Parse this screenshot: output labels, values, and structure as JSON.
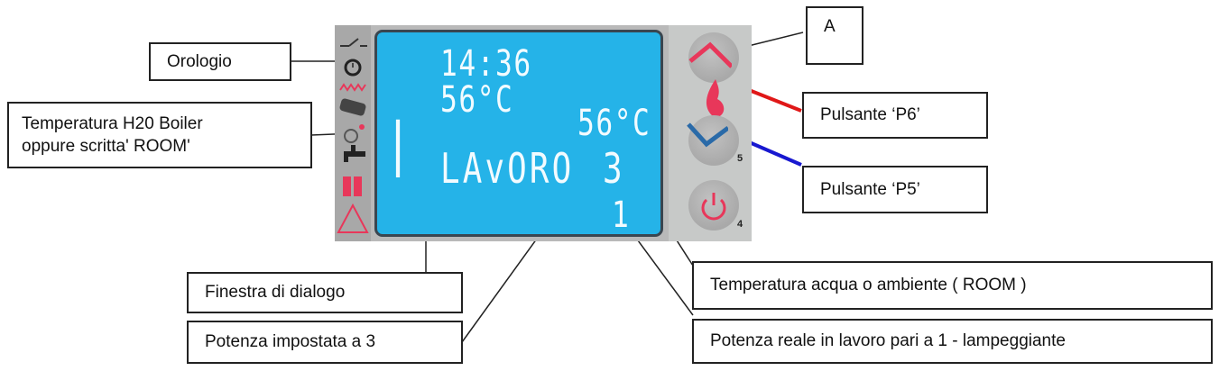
{
  "labels": {
    "orologio": "Orologio",
    "temp_boiler_line1": "Temperatura H20  Boiler",
    "temp_boiler_line2": "oppure scritta' ROOM'",
    "finestra": "Finestra di dialogo",
    "potenza_impostata": "Potenza impostata a 3",
    "a": "A",
    "p6": "Pulsante ‘P6’",
    "p5": "Pulsante ‘P5’",
    "temp_acqua": "Temperatura acqua o ambiente ( ROOM )",
    "potenza_reale": "Potenza reale in lavoro pari a 1 - lampeggiante"
  },
  "display": {
    "clock": "14:36",
    "boiler_temp": "56°C",
    "water_temp": "56°C",
    "status_text": "LAvORO",
    "set_power": "3",
    "real_power": "1",
    "left_bar": "|"
  },
  "buttons": {
    "p5_number": "5",
    "p4_number": "4"
  },
  "icons": [
    "switch-icon",
    "clock-icon",
    "resistance-icon",
    "pellet-auger-icon",
    "fan-icon",
    "tap-icon",
    "radiator-icon",
    "warning-icon"
  ],
  "colors": {
    "lcd": "#25b3e8",
    "up_arrow": "#e8375a",
    "down_arrow": "#2a6aa8",
    "red_pointer": "#e01818",
    "blue_pointer": "#1818d0"
  }
}
